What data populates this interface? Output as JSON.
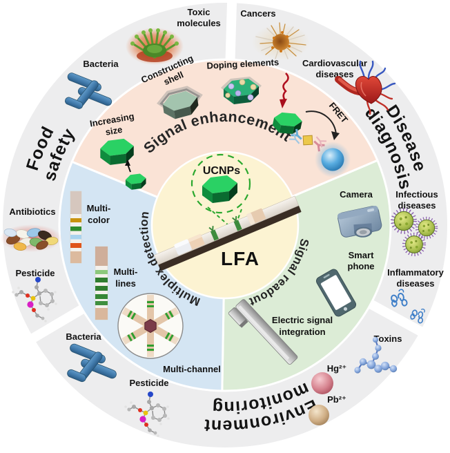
{
  "figure": {
    "center": {
      "ucnps": "UCNPs",
      "lfa": "LFA"
    },
    "enhancement": {
      "title": "Signal enhancement",
      "constructing_line1": "Constructing",
      "constructing_line2": "shell",
      "doping": "Doping elements",
      "increasing_line1": "Increasing",
      "increasing_line2": "size",
      "fret": "FRET"
    },
    "multiplex": {
      "title": "Multiplex detection",
      "multicolor_line1": "Multi-",
      "multicolor_line2": "color",
      "multilines_line1": "Multi-",
      "multilines_line2": "lines",
      "multichannel": "Multi-channel"
    },
    "readout": {
      "title": "Signal readout",
      "camera": "Camera",
      "phone_line1": "Smart",
      "phone_line2": "phone",
      "electric_line1": "Electric signal",
      "electric_line2": "integration"
    },
    "food": {
      "title_line1": "Food",
      "title_line2": "safety",
      "toxic_line1": "Toxic",
      "toxic_line2": "molecules",
      "bacteria": "Bacteria",
      "antibiotics": "Antibiotics",
      "pesticide": "Pesticide"
    },
    "disease": {
      "title_line1": "Disease",
      "title_line2": "diagnosis",
      "cancers": "Cancers",
      "cardio_line1": "Cardiovascular",
      "cardio_line2": "diseases",
      "infectious_line1": "Infectious",
      "infectious_line2": "diseases",
      "inflammatory_line1": "Inflammatory",
      "inflammatory_line2": "diseases"
    },
    "environment": {
      "title_line1": "Environment",
      "title_line2": "monitoring",
      "bacteria": "Bacteria",
      "pesticide": "Pesticide",
      "toxins": "Toxins",
      "hg": "Hg²⁺",
      "pb": "Pb²⁺"
    },
    "colors": {
      "ring_bg": "#ededee",
      "enhancement_bg": "#fae3d6",
      "multiplex_bg": "#d4e5f3",
      "readout_bg": "#dcecd6",
      "center_bg": "#fcf3d2",
      "ucnp_green": "#2ad164",
      "dashed_green": "#2aa82e"
    }
  }
}
